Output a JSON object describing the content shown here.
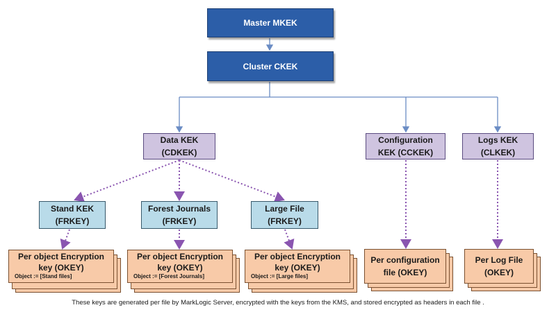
{
  "colors": {
    "top_fill": "#2c5ea8",
    "kek_fill": "#cfc4e0",
    "frkey_fill": "#b9dbe9",
    "okey_fill": "#f8caa8",
    "solid_arrow": "#6a8cc4",
    "dotted_arrow": "#8a55b0"
  },
  "master": {
    "label": "Master MKEK"
  },
  "cluster": {
    "label": "Cluster CKEK"
  },
  "data_kek": {
    "line1": "Data KEK",
    "line2": "(CDKEK)"
  },
  "config_kek": {
    "line1": "Configuration",
    "line2": "KEK (CCKEK)"
  },
  "logs_kek": {
    "line1": "Logs KEK",
    "line2": "(CLKEK)"
  },
  "stand_kek": {
    "line1": "Stand KEK",
    "line2": "(FRKEY)"
  },
  "forest_journals": {
    "line1": "Forest Journals",
    "line2": "(FRKEY)"
  },
  "large_file": {
    "line1": "Large File",
    "line2": "(FRKEY)"
  },
  "okey_stand": {
    "line1": "Per object Encryption",
    "line2": "key (OKEY)",
    "object": "Object := [Stand files]"
  },
  "okey_forest": {
    "line1": "Per object Encryption",
    "line2": "key (OKEY)",
    "object": "Object := [Forest Journals]"
  },
  "okey_large": {
    "line1": "Per object Encryption",
    "line2": "key (OKEY)",
    "object": "Object := [Large files]"
  },
  "okey_config": {
    "line1": "Per configuration",
    "line2": "file (OKEY)"
  },
  "okey_log": {
    "line1": "Per Log File",
    "line2": "(OKEY)"
  },
  "footnote": "These keys are generated  per file by MarkLogic Server, encrypted  with the keys from the KMS, and stored encrypted as headers in each file ."
}
